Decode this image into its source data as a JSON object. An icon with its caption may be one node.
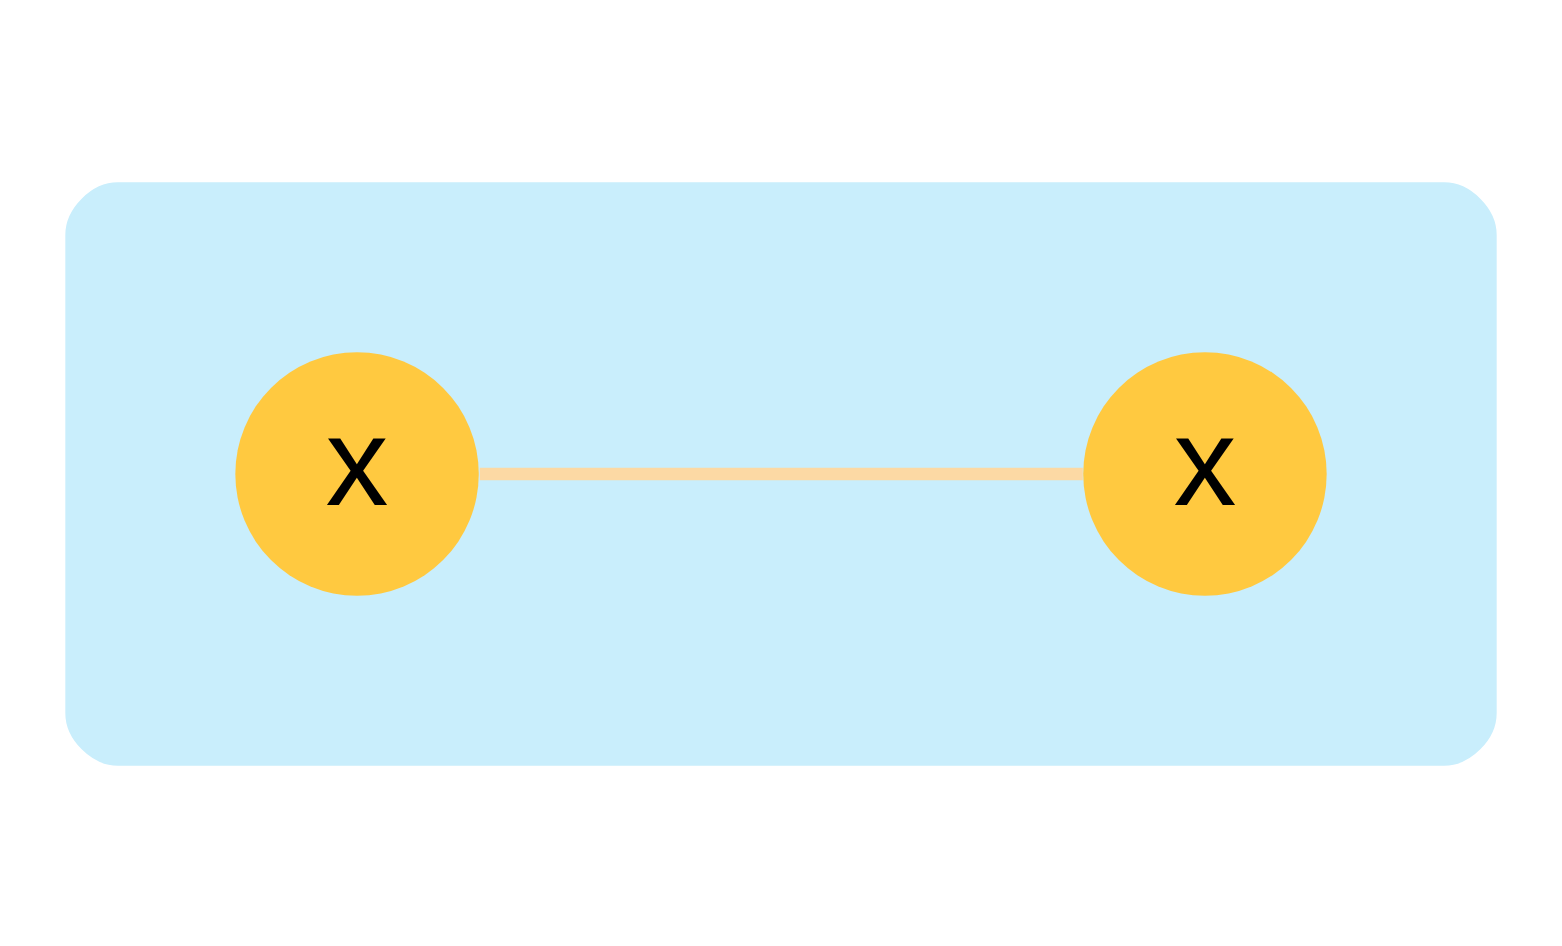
{
  "diagram": {
    "nodes": [
      {
        "text": [],
        "shape": "ellipse"
      },
      {
        "text": [
          "x"
        ],
        "in": 0
      },
      {
        "text": [
          "x"
        ],
        "in": 0
      }
    ],
    "edges": [
      {
        "from": 1,
        "to": 2,
        "arrow": "none",
        "color": "#fcd9a4"
      }
    ]
  }
}
